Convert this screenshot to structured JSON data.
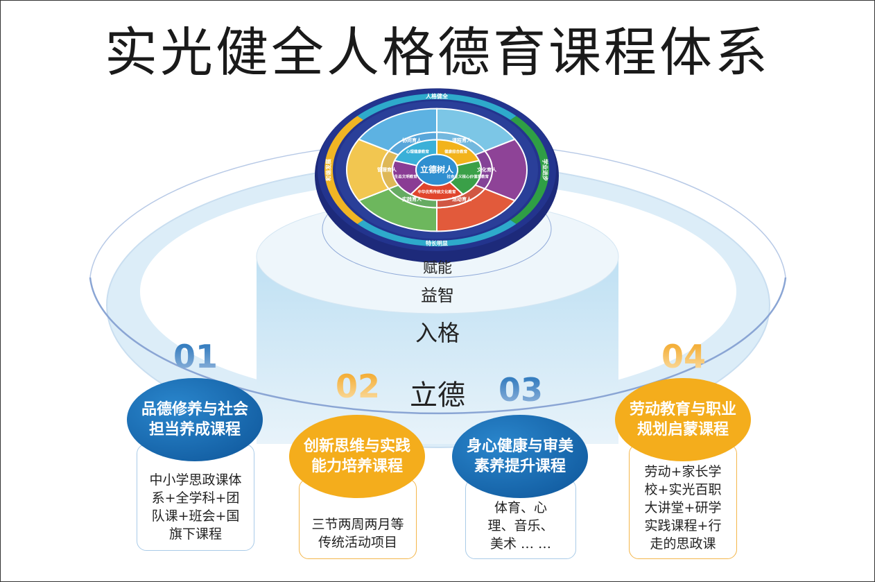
{
  "title": "实光健全人格德育课程体系",
  "levels": [
    "赋能",
    "益智",
    "入格",
    "立德"
  ],
  "disc": {
    "center": "立德树人",
    "outer_ring": [
      "人格健全",
      "学业进步",
      "特长明显",
      "和谐发展"
    ],
    "middle_ring": [
      "课程育人",
      "文化育人",
      "活动育人",
      "实践育人",
      "管理育人",
      "协同育人"
    ],
    "inner_ring": [
      "健康综合教育",
      "社会主义核心价值观教育",
      "中华优秀传统文化教育",
      "生态文明教育",
      "心理健康教育"
    ],
    "colors": {
      "outer_sectors": [
        "#7cc6e6",
        "#8e4397",
        "#e25a3b",
        "#6db75d",
        "#f2c650",
        "#5db2e2"
      ],
      "inner_sectors": [
        "#f2b31c",
        "#3aa048",
        "#e0452c",
        "#8a3c94",
        "#3ab0d8"
      ],
      "ring": [
        "#2eaacb",
        "#2f9e45",
        "#2eaacb",
        "#f0b524"
      ]
    }
  },
  "courses": [
    {
      "num": "01",
      "title": "品德修养与社会担当养成课程",
      "desc": "中小学思政课体系+全学科+团队课+班会+国旗下课程"
    },
    {
      "num": "02",
      "title": "创新思维与实践能力培养课程",
      "desc": "三节两周两月等传统活动项目"
    },
    {
      "num": "03",
      "title": "身心健康与审美素养提升课程",
      "desc": "体育、心理、音乐、美术 … …"
    },
    {
      "num": "04",
      "title": "劳动教育与职业规划启蒙课程",
      "desc": "劳动+家长学校+实光百职大讲堂+研学实践课程+行走的思政课"
    }
  ]
}
